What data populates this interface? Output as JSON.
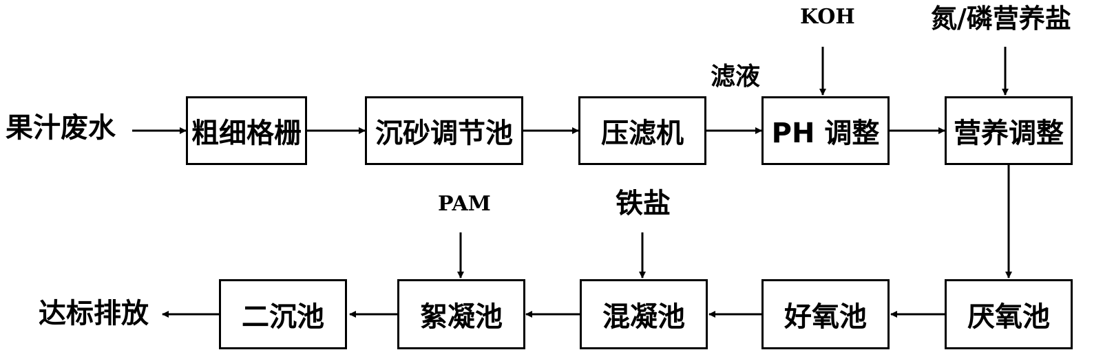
{
  "input": "果汁废水",
  "output": "达标排放",
  "filtrate_label": "滤液",
  "row1": [
    "粗细格栅",
    "沉砂调节池",
    "压滤机",
    "PH 调整",
    "营养调整"
  ],
  "row2": [
    "厌氧池",
    "好氧池",
    "混凝池",
    "絮凝池",
    "二沉池"
  ],
  "additives": {
    "koh": "KOH",
    "nutrient": "氮/磷营养盐",
    "pam": "PAM",
    "iron": "铁盐"
  }
}
